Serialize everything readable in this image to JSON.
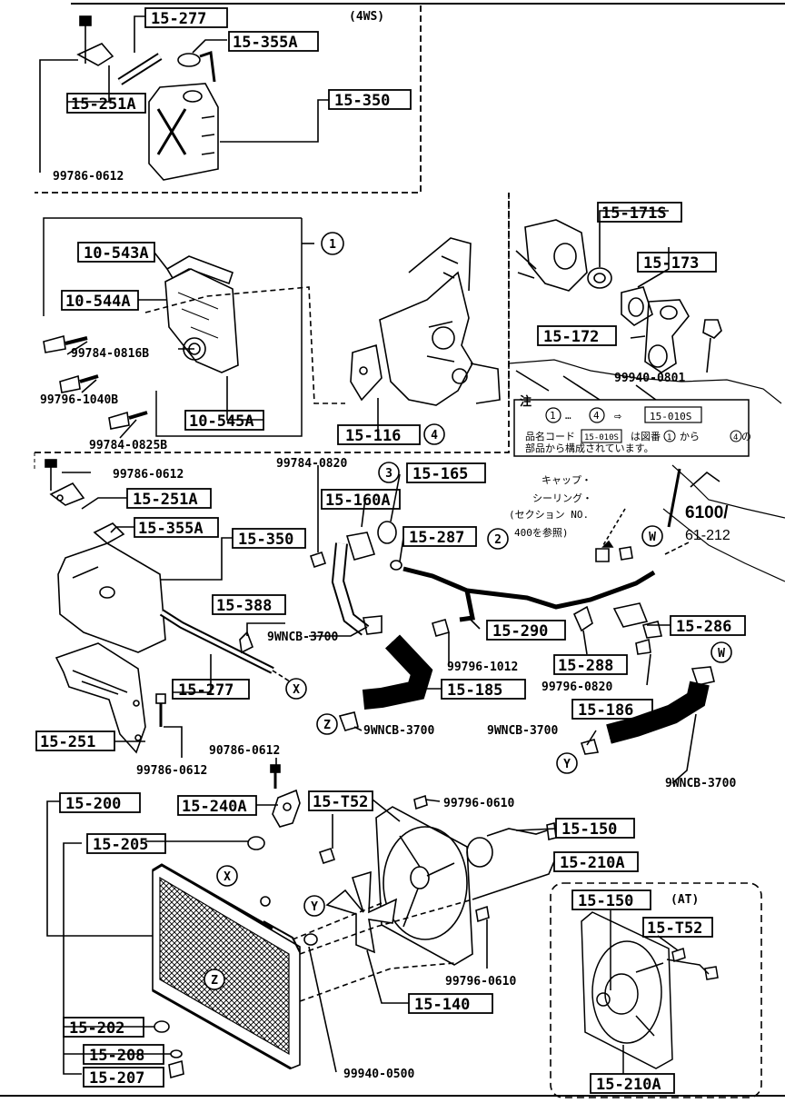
{
  "labels": {
    "4ws": "(4WS)",
    "at": "(AT)",
    "p15_277_top": "15-277",
    "p15_355a_top": "15-355A",
    "p15_251a_top": "15-251A",
    "p15_350_top": "15-350",
    "b99786_0612_top": "99786-0612",
    "p10_543a": "10-543A",
    "p10_544a": "10-544A",
    "b99784_0816b": "99784-0816B",
    "b99796_1040b": "99796-1040B",
    "b99784_0825b": "99784-0825B",
    "p10_545a": "10-545A",
    "p15_116": "15-116",
    "p15_171s": "15-171S",
    "p15_173": "15-173",
    "p15_172": "15-172",
    "b99940_0801": "99940-0801",
    "b99786_0612_mid": "99786-0612",
    "p15_251a_mid": "15-251A",
    "p15_355a_mid": "15-355A",
    "p15_350_mid": "15-350",
    "b99784_0820": "99784-0820",
    "p15_160a": "15-160A",
    "p15_165": "15-165",
    "p15_287": "15-287",
    "p15_388": "15-388",
    "c9wncb_3700_a": "9WNCB-3700",
    "p15_290": "15-290",
    "p15_286": "15-286",
    "p15_277_mid": "15-277",
    "b99796_1012": "99796-1012",
    "p15_288": "15-288",
    "b99796_0820": "99796-0820",
    "p15_185": "15-185",
    "p15_251": "15-251",
    "c9wncb_3700_b": "9WNCB-3700",
    "p15_186": "15-186",
    "c9wncb_3700_c": "9WNCB-3700",
    "b99786_0612_low": "99786-0612",
    "b90786_0612": "90786-0612",
    "c9wncb_3700_d": "9WNCB-3700",
    "p15_200": "15-200",
    "p15_240a": "15-240A",
    "p15_t52": "15-T52",
    "b99796_0610_top": "99796-0610",
    "p15_150": "15-150",
    "p15_205": "15-205",
    "p15_210a": "15-210A",
    "p15_150_at": "15-150",
    "p15_t52_at": "15-T52",
    "b99796_0610_low": "99796-0610",
    "p15_140": "15-140",
    "p15_202": "15-202",
    "p15_208": "15-208",
    "b99940_0500": "99940-0500",
    "p15_207": "15-207",
    "p15_210a_at": "15-210A",
    "ref_6100": "6100/",
    "ref_61_212": "61-212"
  },
  "markers": {
    "c1": "1",
    "c2": "2",
    "c3": "3",
    "c4": "4",
    "x1": "X",
    "x2": "X",
    "y1": "Y",
    "y2": "Y",
    "z1": "Z",
    "z2": "Z",
    "w1": "W",
    "w2": "W"
  },
  "note": {
    "title": "注",
    "range_start": "1",
    "range_end": "4",
    "arrow": "⇨",
    "code": "15-010S",
    "line2": "品名コード",
    "line2_code": "15-010S",
    "line2_tail": "は図番",
    "line2_from": "1",
    "line2_mid": "から",
    "line2_to": "4",
    "line2_end": "の",
    "line3": "部品から構成されています。"
  },
  "callout": {
    "line1": "キャップ・",
    "line2": "シーリング・",
    "line3": "(セクション NO.",
    "line4": "400を参照)"
  }
}
